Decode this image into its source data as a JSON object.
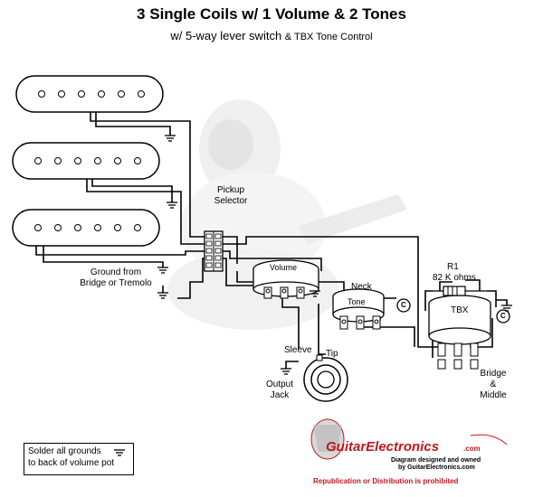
{
  "title": "3 Single Coils w/ 1 Volume & 2 Tones",
  "subtitle": {
    "main": "w/ 5-way lever switch",
    "suffix": "& TBX Tone Control"
  },
  "labels": {
    "pickup_selector_1": "Pickup",
    "pickup_selector_2": "Selector",
    "ground_from_1": "Ground from",
    "ground_from_2": "Bridge or Tremolo",
    "volume": "Volume",
    "neck": "Neck",
    "tone": "Tone",
    "tbx": "TBX",
    "r1": "R1",
    "r1_value": "82 K ohms",
    "sleeve": "Sleeve",
    "tip": "Tip",
    "output_1": "Output",
    "output_2": "Jack",
    "bridge_1": "Bridge",
    "bridge_2": "&",
    "bridge_3": "Middle",
    "cap": "C"
  },
  "legend": {
    "line1": "Solder all grounds",
    "line2": "to back of volume pot"
  },
  "logo": {
    "name": "GuitarElectronics",
    "dotcom": ".com",
    "credit1": "Diagram designed and owned",
    "credit2": "by GuitarElectronics.com",
    "credit3": "Republication or Distribution is prohibited"
  },
  "colors": {
    "wire": "#000000",
    "brand_red": "#c0171e",
    "photo_gray": "#d9d9d9"
  }
}
